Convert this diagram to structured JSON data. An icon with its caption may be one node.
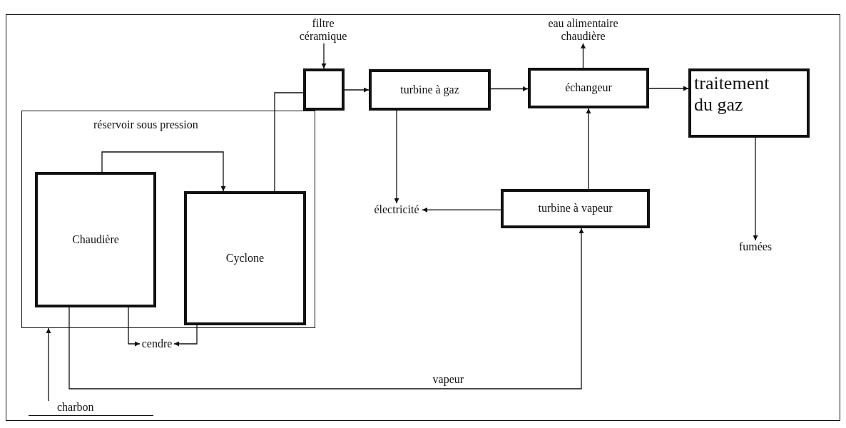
{
  "diagram": {
    "nodes": [
      {
        "text": [
          "réservoir sous pression"
        ]
      },
      {
        "text": [
          "Chaudière"
        ],
        "in": 0
      },
      {
        "text": [
          "Cyclone"
        ],
        "in": 0
      },
      {
        "text": [],
        "shape": "box"
      },
      {
        "text": [
          "filtre céramique"
        ]
      },
      {
        "text": [
          "turbine à gaz"
        ]
      },
      {
        "text": [
          "échangeur"
        ]
      },
      {
        "text": [
          "traitement du gaz"
        ]
      },
      {
        "text": [
          "turbine à vapeur"
        ]
      },
      {
        "text": [
          "électricité"
        ]
      },
      {
        "text": [
          "eau alimentaire chaudière"
        ]
      },
      {
        "text": [
          "fumées"
        ]
      },
      {
        "text": [
          "cendre"
        ]
      },
      {
        "text": [
          "charbon"
        ]
      }
    ],
    "edges": [
      {
        "from": 1,
        "to": 2,
        "arrow": "to"
      },
      {
        "from": 2,
        "to": 3,
        "arrow": "none"
      },
      {
        "from": 4,
        "to": 3,
        "arrow": "to"
      },
      {
        "from": 3,
        "to": 5,
        "arrow": "to"
      },
      {
        "from": 5,
        "to": 6,
        "arrow": "to"
      },
      {
        "from": 5,
        "to": 9,
        "arrow": "to"
      },
      {
        "from": 8,
        "to": 9,
        "arrow": "to"
      },
      {
        "from": 8,
        "to": 6,
        "arrow": "to"
      },
      {
        "from": 6,
        "to": 10,
        "arrow": "to"
      },
      {
        "from": 6,
        "to": 7,
        "arrow": "to"
      },
      {
        "from": 7,
        "to": 11,
        "arrow": "to"
      },
      {
        "from": 1,
        "to": 12,
        "arrow": "to"
      },
      {
        "from": 2,
        "to": 12,
        "arrow": "to"
      },
      {
        "from": 1,
        "to": 8,
        "arrow": "to",
        "label": "vapeur"
      },
      {
        "from": 13,
        "to": 0,
        "arrow": "to"
      }
    ]
  }
}
